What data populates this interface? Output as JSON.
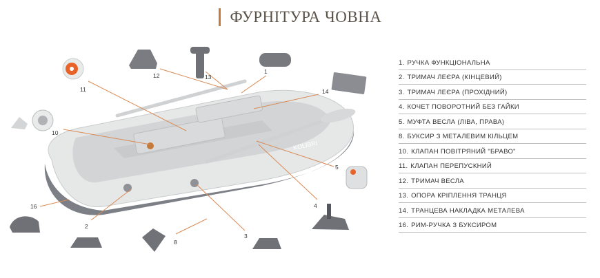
{
  "title": "ФУРНІТУРА ЧОВНА",
  "accent_color": "#c47a3a",
  "legend": [
    {
      "num": "1.",
      "text": "РУЧКА ФУНКЦІОНАЛЬНА"
    },
    {
      "num": "2.",
      "text": "ТРИМАЧ ЛЕЄРА (КІНЦЕВИЙ)"
    },
    {
      "num": "3.",
      "text": "ТРИМАЧ ЛЕЄРА (ПРОХІДНИЙ)"
    },
    {
      "num": "4.",
      "text": "КОЧЕТ ПОВОРОТНИЙ БЕЗ ГАЙКИ"
    },
    {
      "num": "5.",
      "text": "МУФТА ВЕСЛА (ЛІВА, ПРАВА)"
    },
    {
      "num": "8.",
      "text": "БУКСИР З МЕТАЛЕВИМ КІЛЬЦЕМ"
    },
    {
      "num": "10.",
      "text": "КЛАПАН ПОВІТРЯНИЙ \"БРАВО\""
    },
    {
      "num": "11.",
      "text": "КЛАПАН ПЕРЕПУСКНИЙ"
    },
    {
      "num": "12.",
      "text": "ТРИМАЧ ВЕСЛА"
    },
    {
      "num": "13.",
      "text": "ОПОРА КРІПЛЕННЯ ТРАНЦЯ"
    },
    {
      "num": "14.",
      "text": "ТРАНЦЕВА НАКЛАДКА МЕТАЛЕВА"
    },
    {
      "num": "16.",
      "text": "РИМ-РУЧКА З БУКСИРОМ"
    }
  ],
  "callouts": [
    "1",
    "2",
    "3",
    "4",
    "5",
    "8",
    "10",
    "11",
    "12",
    "13",
    "14",
    "16"
  ],
  "brand": "KOLIBRI"
}
